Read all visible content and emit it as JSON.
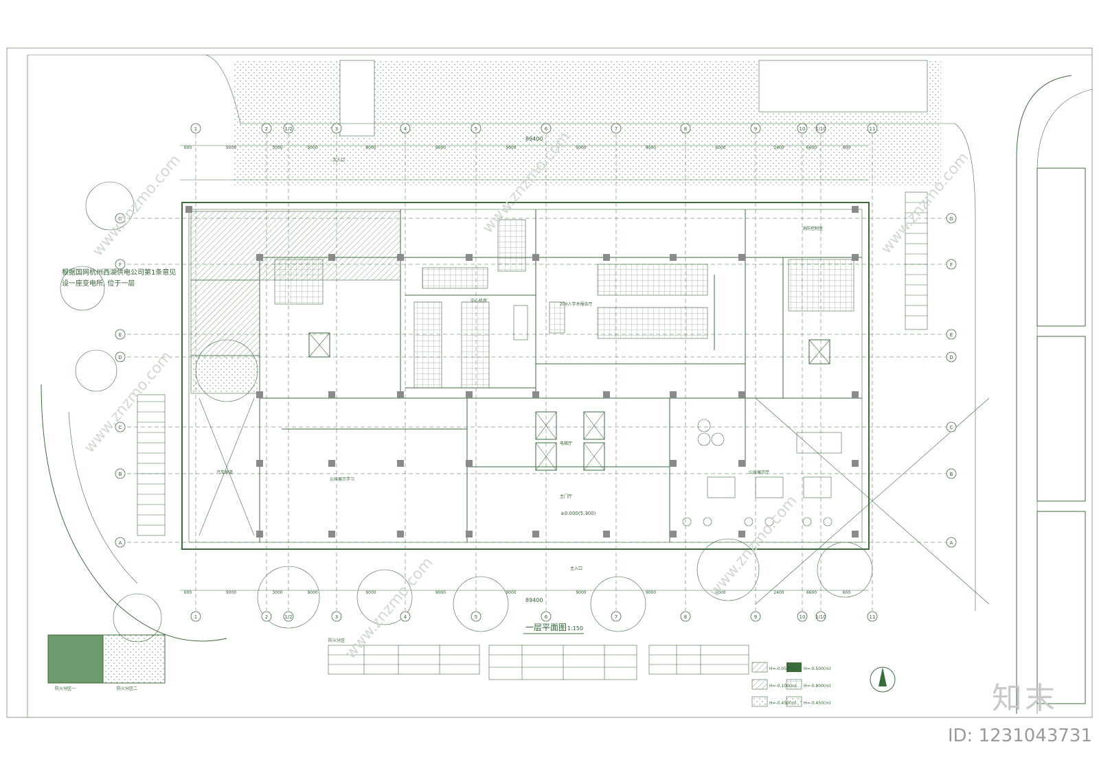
{
  "drawing": {
    "title": "一层平面图",
    "scale": "1:150",
    "overall_dimension": "89400",
    "line_color": "#3a6b3a",
    "hatch_color": "#5d8a5d"
  },
  "grid_top": [
    "1",
    "2",
    "1/2",
    "3",
    "4",
    "5",
    "6",
    "7",
    "8",
    "9",
    "10",
    "1/10",
    "11"
  ],
  "grid_side": [
    "G",
    "F",
    "E",
    "D",
    "C",
    "B",
    "A"
  ],
  "bays_top": [
    "600",
    "9000",
    "3000",
    "9000",
    "9000",
    "9000",
    "9000",
    "9000",
    "9000",
    "6000",
    "2400",
    "6600",
    "600"
  ],
  "note": {
    "line1": "根据国网杭州西湖供电公司第1条意见",
    "line2": "设一座变电所, 位于一层"
  },
  "rooms": {
    "lecture_hall": "200人学术报告厅",
    "main_hall": "主门厅",
    "public_exhibit": "公共展示厅",
    "data_center": "中心机房",
    "elevator_hall": "电梯厅",
    "fire_control": "消防控制室",
    "public_study": "公共展示学习",
    "car_ramp": "汽车坡道",
    "entrance": "次入口",
    "main_entrance": "主入口",
    "elev_label": "±0.000(5.300)"
  },
  "legend": {
    "title": "防火分区",
    "zone1": "防火分区一",
    "zone2": "防火分区二",
    "items": [
      "H=-0.050(m)",
      "H=-0.100(m)",
      "H=-0.450(m)",
      "H=-0.500(m)",
      "H=-0.800(m)",
      "H=-0.450(m)"
    ]
  },
  "watermarks": {
    "brand": "知末",
    "site": "www.znzmo.com",
    "id": "ID: 1231043731"
  }
}
